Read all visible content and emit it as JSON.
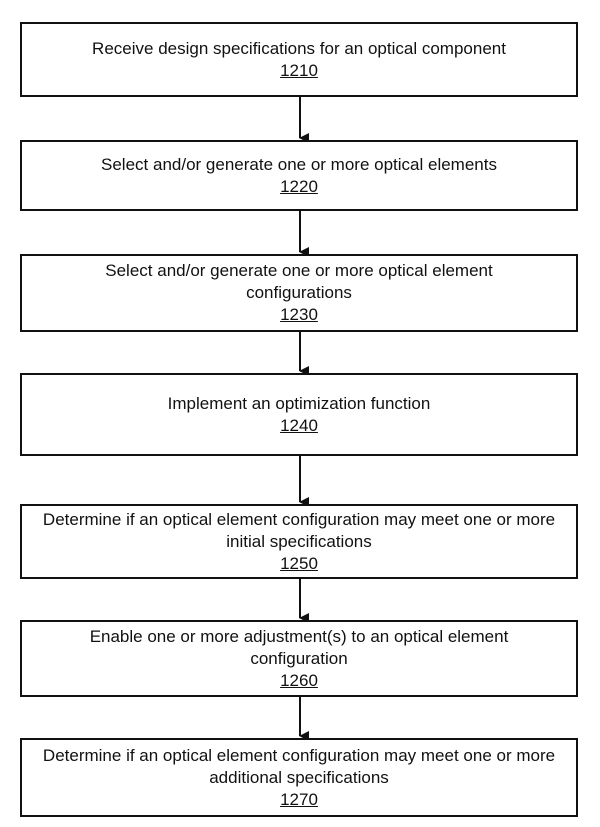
{
  "steps": [
    {
      "text": "Receive design specifications for an optical component",
      "ref": "1210"
    },
    {
      "text": "Select and/or generate one or more optical elements",
      "ref": "1220"
    },
    {
      "text": "Select and/or generate one or more optical element configurations",
      "ref": "1230"
    },
    {
      "text": "Implement an optimization function",
      "ref": "1240"
    },
    {
      "text": "Determine if an optical element configuration may meet one or more initial specifications",
      "ref": "1250"
    },
    {
      "text": "Enable one or more adjustment(s) to an optical element configuration",
      "ref": "1260"
    },
    {
      "text": "Determine if an optical element configuration may meet one or more additional specifications",
      "ref": "1270"
    }
  ]
}
